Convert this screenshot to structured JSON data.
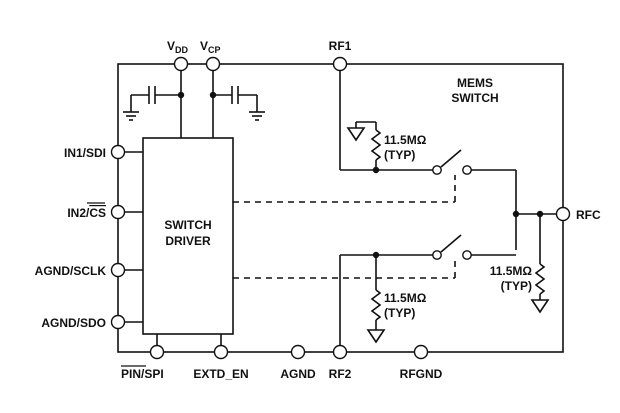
{
  "device": {
    "name_line1": "MEMS",
    "name_line2": "SWITCH"
  },
  "driver": {
    "line1": "SWITCH",
    "line2": "DRIVER"
  },
  "pins": {
    "vdd_main": "V",
    "vdd_sub": "DD",
    "vcp_main": "V",
    "vcp_sub": "CP",
    "rf1": "RF1",
    "rfc": "RFC",
    "in1": "IN1/SDI",
    "in2_prefix": "IN2/",
    "in2_bar": "CS",
    "sclk": "AGND/SCLK",
    "sdo": "AGND/SDO",
    "pin_bar": "PIN",
    "pin_suffix": "/SPI",
    "extd": "EXTD_EN",
    "agnd": "AGND",
    "rf2": "RF2",
    "rfgnd": "RFGND"
  },
  "resistors": {
    "r1_value": "11.5MΩ",
    "r1_note": "(TYP)",
    "r2_value": "11.5MΩ",
    "r2_note": "(TYP)",
    "r3_value": "11.5MΩ",
    "r3_note": "(TYP)"
  }
}
